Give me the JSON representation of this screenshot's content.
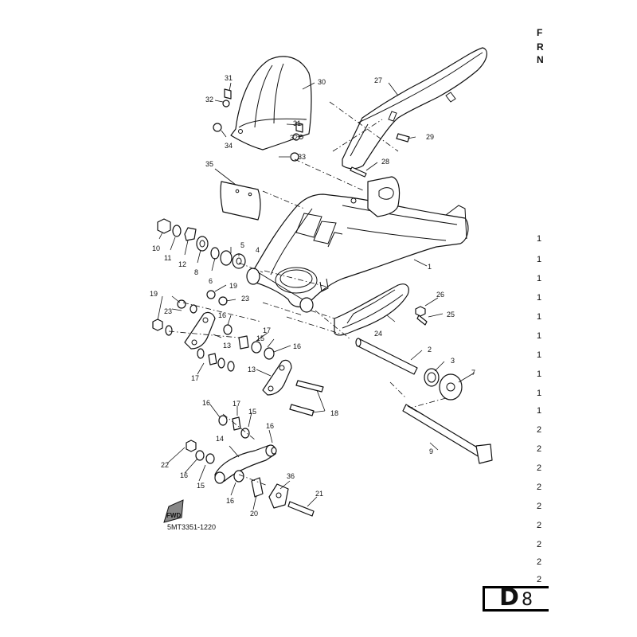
{
  "figure_code": "5MT3351-1220",
  "page_badge": {
    "letter": "D",
    "number": "8"
  },
  "fwd_label": "FWD",
  "right_header": [
    "F",
    "R",
    "N"
  ],
  "right_margin_digits": [
    "1",
    "1",
    "1",
    "1",
    "1",
    "1",
    "1",
    "1",
    "1",
    "1",
    "2",
    "2",
    "2",
    "2",
    "2",
    "2",
    "2",
    "2",
    "2"
  ],
  "callouts": [
    "1",
    "2",
    "3",
    "4",
    "5",
    "6",
    "7",
    "8",
    "9",
    "10",
    "11",
    "12",
    "13",
    "13",
    "14",
    "15",
    "15",
    "15",
    "16",
    "16",
    "16",
    "16",
    "16",
    "16",
    "17",
    "17",
    "17",
    "18",
    "19",
    "19",
    "20",
    "21",
    "22",
    "23",
    "23",
    "24",
    "25",
    "26",
    "27",
    "28",
    "29",
    "30",
    "31",
    "31",
    "32",
    "32",
    "33",
    "34",
    "35",
    "36"
  ]
}
